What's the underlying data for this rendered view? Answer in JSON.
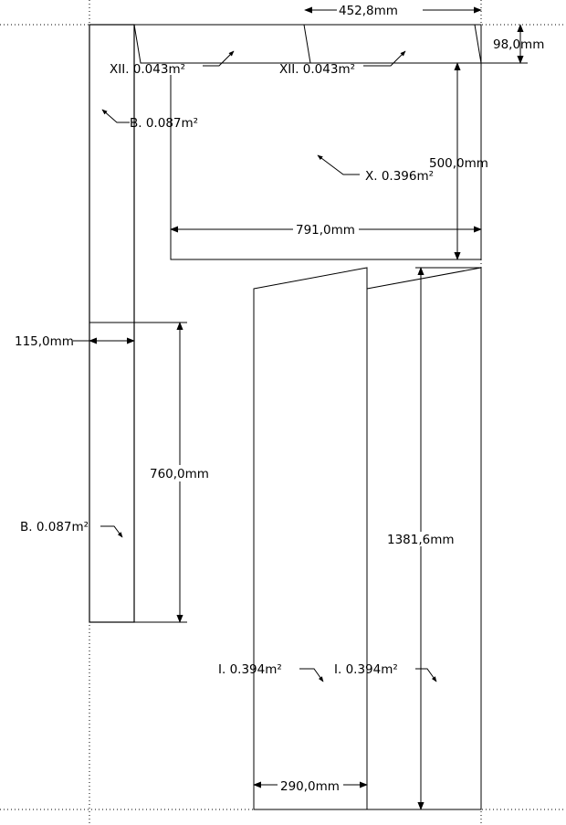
{
  "dimensions": {
    "top_width": "452,8mm",
    "top_height": "98,0mm",
    "panel_x_height": "500,0mm",
    "panel_x_width": "791,0mm",
    "side_width": "115,0mm",
    "side_height": "760,0mm",
    "bottom_height": "1381,6mm",
    "bottom_width": "290,0mm"
  },
  "areas": {
    "xii_left": "XII. 0.043m²",
    "xii_right": "XII. 0.043m²",
    "b_top": "B. 0.087m²",
    "x": "X. 0.396m²",
    "b_bottom": "B. 0.087m²",
    "i_left": "I. 0.394m²",
    "i_right": "I. 0.394m²"
  }
}
